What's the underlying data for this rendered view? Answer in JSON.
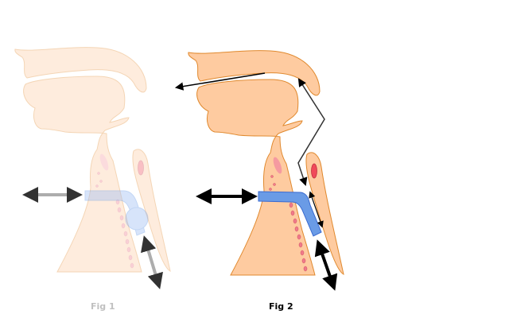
{
  "figures": [
    {
      "caption": "Fig 1",
      "state": "faded"
    },
    {
      "caption": "Fig 2",
      "state": "active"
    }
  ],
  "colors": {
    "tissue": "#fecba0",
    "tissue_stroke": "#e0892e",
    "tube": "#6a9be6",
    "tube_stroke": "#3a6ad0",
    "dots": "#f07a8a",
    "arrow": "#000000"
  }
}
